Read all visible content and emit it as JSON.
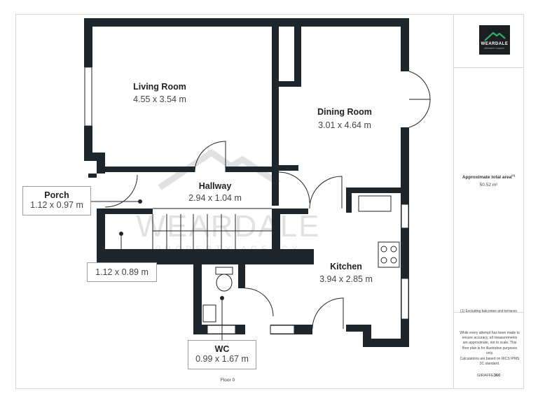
{
  "brand": {
    "logo_text": "WEARDALE",
    "logo_sub": "PROPERTY AGENCY",
    "watermark_main": "WEARDALE",
    "watermark_sub": "PROPERTY AGENCY"
  },
  "rooms": {
    "living_room": {
      "name": "Living Room",
      "dims": "4.55 x 3.54 m"
    },
    "dining_room": {
      "name": "Dining Room",
      "dims": "3.01 x 4.64 m"
    },
    "hallway": {
      "name": "Hallway",
      "dims": "2.94 x 1.04 m"
    },
    "kitchen": {
      "name": "Kitchen",
      "dims": "3.94 x 2.85 m"
    },
    "porch": {
      "name": "Porch",
      "dims": "1.12 x 0.97 m"
    },
    "store": {
      "dims": "1.12 x 0.89 m"
    },
    "wc": {
      "name": "WC",
      "dims": "0.99 x 1.67 m"
    }
  },
  "floor_label": "Floor 0",
  "sidebar": {
    "area_title": "Approximate total area",
    "area_footnote_marker": "(1)",
    "area_value": "50.52 m²",
    "footnote": "(1) Excluding balconies and terraces",
    "disclaimer": "While every attempt has been made to ensure accuracy, all measurements are approximate, not to scale. This floor plan is for illustrative purposes only.",
    "ipms": "Calculations are based on RICS IPMS 3C standard.",
    "giraffe_prefix": "GIRAFFE",
    "giraffe_suffix": "360"
  },
  "colors": {
    "wall": "#1f262b",
    "watermark": "#c9c9c9",
    "border": "#d6d6d6"
  }
}
